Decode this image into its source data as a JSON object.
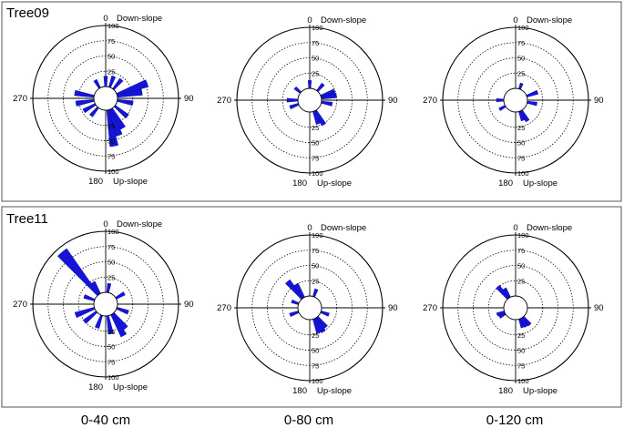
{
  "chart_data": {
    "type": "polar-bar",
    "radial_axis": {
      "range": [
        0,
        100
      ],
      "ticks": [
        "25",
        "50",
        "75",
        "100"
      ]
    },
    "angle_labels": {
      "top": "0",
      "right": "90",
      "bottom": "180",
      "left": "270"
    },
    "direction_labels": {
      "top": "Down-slope",
      "bottom": "Up-slope"
    },
    "rows": [
      "Tree09",
      "Tree11"
    ],
    "columns": [
      "0-40 cm",
      "0-80 cm",
      "0-120 cm"
    ],
    "panels": [
      {
        "row": "Tree09",
        "column": "0-40 cm",
        "bins": [
          {
            "angle": 0,
            "value": 17
          },
          {
            "angle": 20,
            "value": 19
          },
          {
            "angle": 40,
            "value": 21
          },
          {
            "angle": 70,
            "value": 53
          },
          {
            "angle": 80,
            "value": 41
          },
          {
            "angle": 100,
            "value": 26
          },
          {
            "angle": 130,
            "value": 27
          },
          {
            "angle": 150,
            "value": 37
          },
          {
            "angle": 160,
            "value": 45
          },
          {
            "angle": 170,
            "value": 60
          },
          {
            "angle": 220,
            "value": 18
          },
          {
            "angle": 240,
            "value": 22
          },
          {
            "angle": 260,
            "value": 30
          },
          {
            "angle": 280,
            "value": 32
          },
          {
            "angle": 330,
            "value": 15
          }
        ]
      },
      {
        "row": "Tree09",
        "column": "0-80 cm",
        "bins": [
          {
            "angle": 0,
            "value": 13
          },
          {
            "angle": 40,
            "value": 15
          },
          {
            "angle": 70,
            "value": 24
          },
          {
            "angle": 80,
            "value": 25
          },
          {
            "angle": 100,
            "value": 18
          },
          {
            "angle": 150,
            "value": 27
          },
          {
            "angle": 160,
            "value": 22
          },
          {
            "angle": 250,
            "value": 15
          },
          {
            "angle": 270,
            "value": 18
          },
          {
            "angle": 310,
            "value": 12
          }
        ]
      },
      {
        "row": "Tree09",
        "column": "0-120 cm",
        "bins": [
          {
            "angle": 20,
            "value": 10
          },
          {
            "angle": 70,
            "value": 19
          },
          {
            "angle": 100,
            "value": 16
          },
          {
            "angle": 150,
            "value": 20
          },
          {
            "angle": 160,
            "value": 16
          },
          {
            "angle": 240,
            "value": 11
          },
          {
            "angle": 270,
            "value": 12
          }
        ]
      },
      {
        "row": "Tree11",
        "column": "0-40 cm",
        "bins": [
          {
            "angle": 320,
            "value": 92
          },
          {
            "angle": 330,
            "value": 22
          },
          {
            "angle": 10,
            "value": 15
          },
          {
            "angle": 60,
            "value": 16
          },
          {
            "angle": 110,
            "value": 20
          },
          {
            "angle": 140,
            "value": 32
          },
          {
            "angle": 150,
            "value": 40
          },
          {
            "angle": 170,
            "value": 30
          },
          {
            "angle": 200,
            "value": 22
          },
          {
            "angle": 230,
            "value": 26
          },
          {
            "angle": 250,
            "value": 33
          },
          {
            "angle": 290,
            "value": 18
          }
        ]
      },
      {
        "row": "Tree11",
        "column": "0-80 cm",
        "bins": [
          {
            "angle": 320,
            "value": 37
          },
          {
            "angle": 330,
            "value": 25
          },
          {
            "angle": 20,
            "value": 13
          },
          {
            "angle": 110,
            "value": 14
          },
          {
            "angle": 140,
            "value": 22
          },
          {
            "angle": 150,
            "value": 26
          },
          {
            "angle": 160,
            "value": 24
          },
          {
            "angle": 250,
            "value": 15
          },
          {
            "angle": 290,
            "value": 12
          }
        ]
      },
      {
        "row": "Tree11",
        "column": "0-120 cm",
        "bins": [
          {
            "angle": 320,
            "value": 26
          },
          {
            "angle": 330,
            "value": 17
          },
          {
            "angle": 140,
            "value": 17
          },
          {
            "angle": 150,
            "value": 16
          },
          {
            "angle": 160,
            "value": 15
          },
          {
            "angle": 240,
            "value": 11
          },
          {
            "angle": 250,
            "value": 13
          }
        ]
      }
    ]
  }
}
